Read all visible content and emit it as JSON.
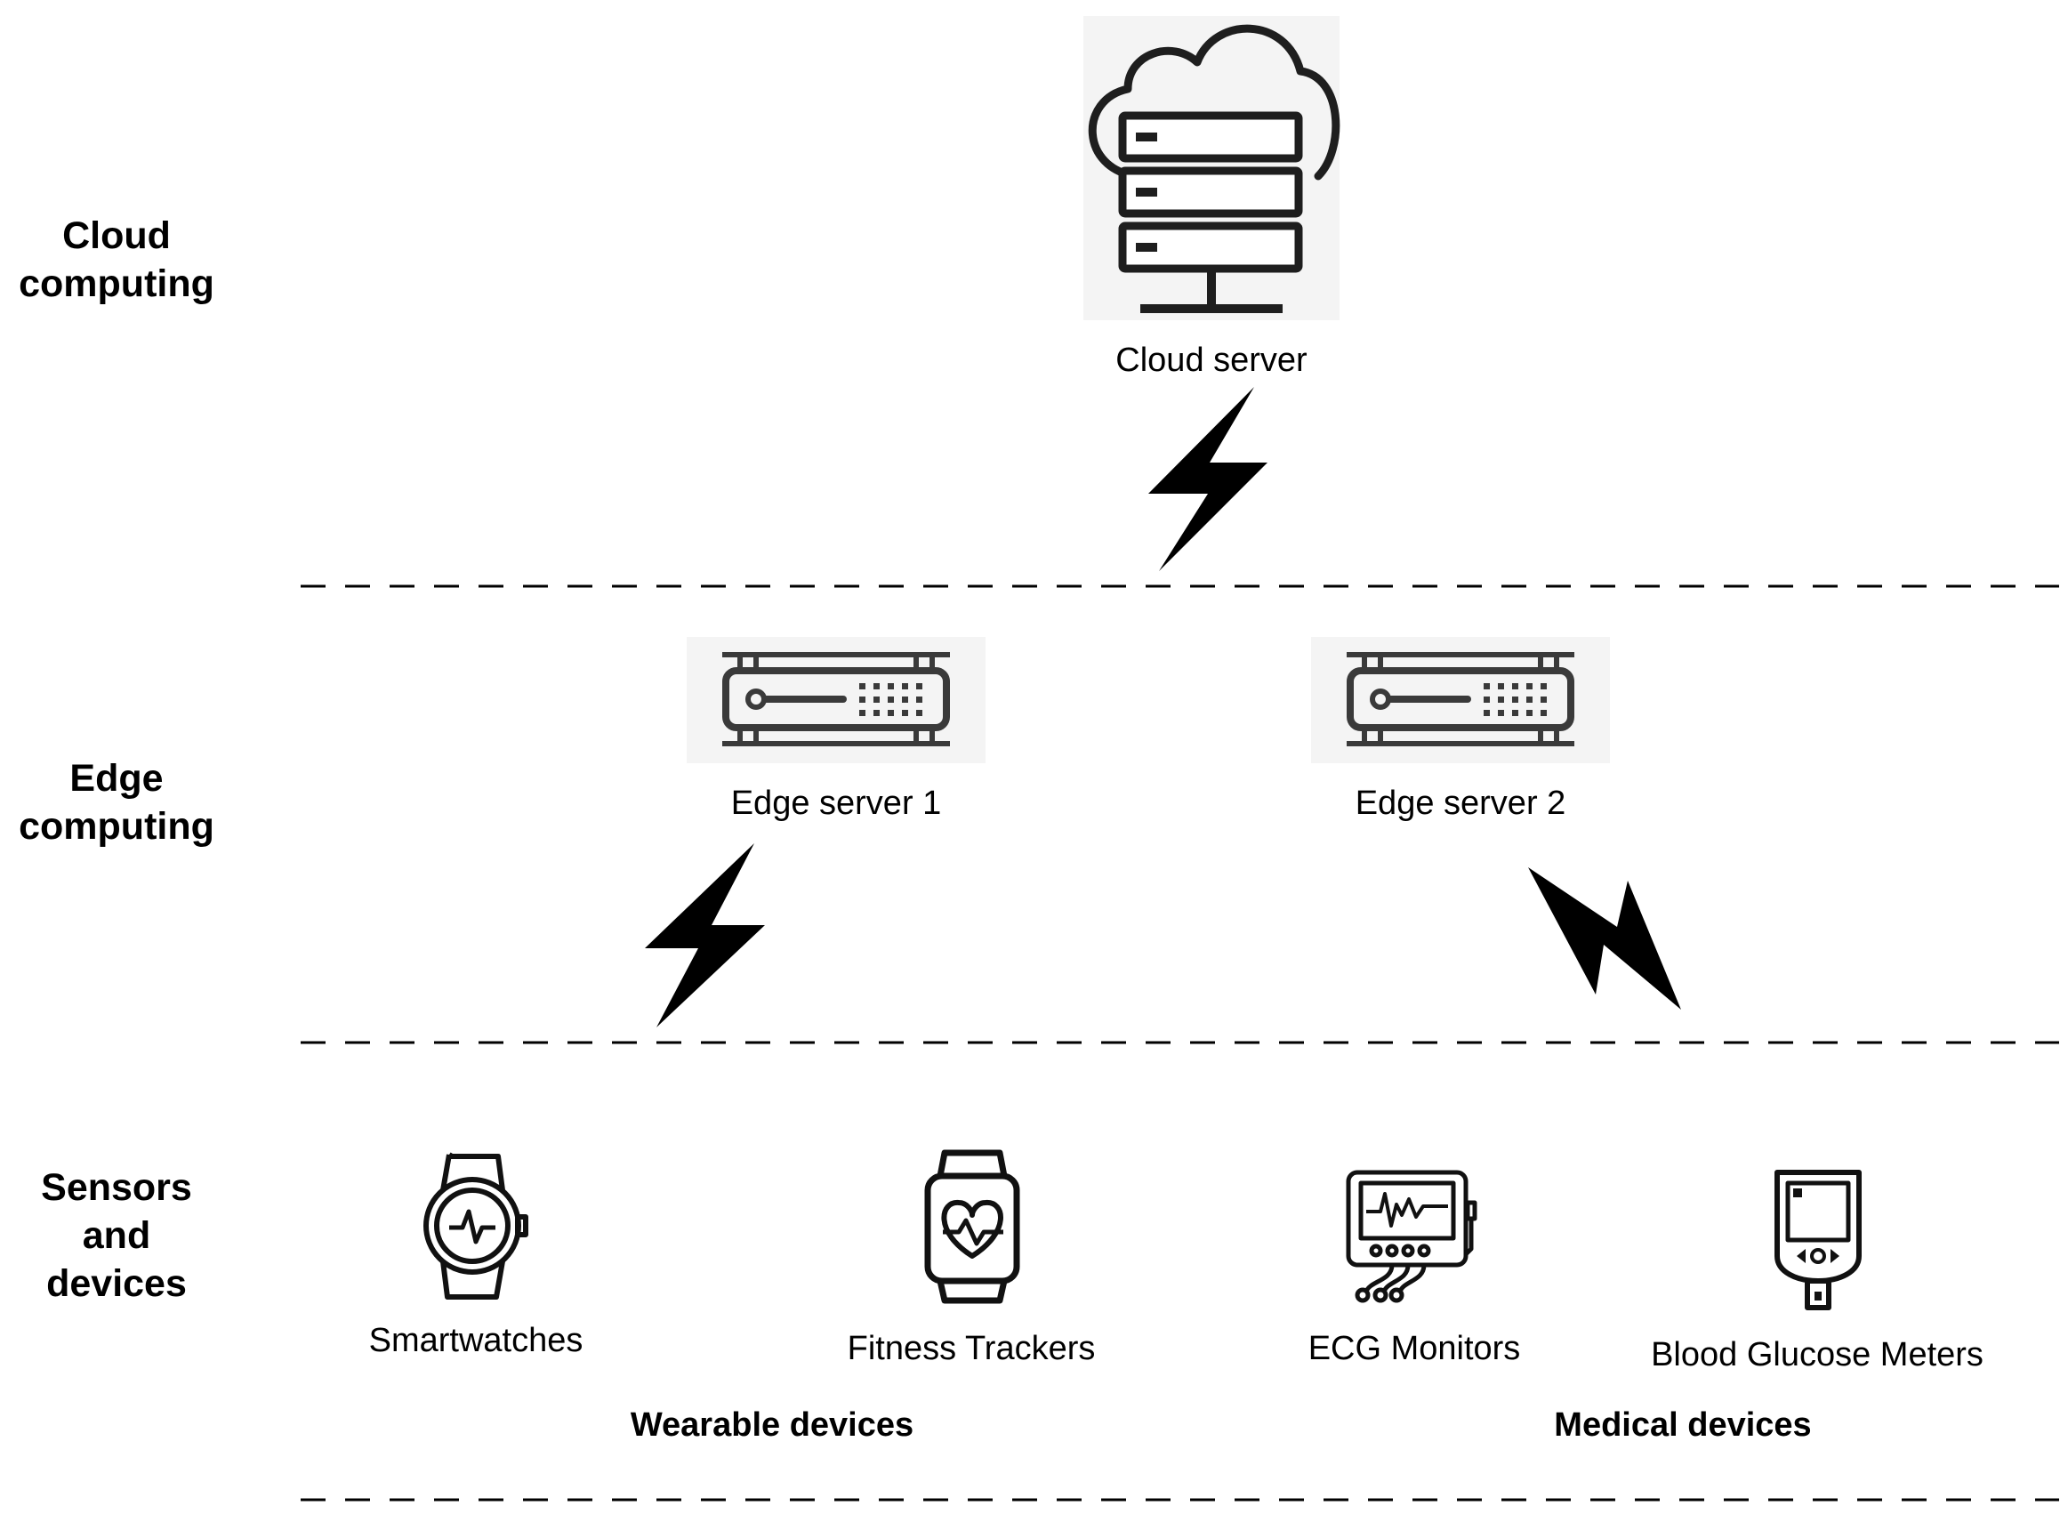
{
  "tiers": {
    "cloud": {
      "lines": [
        "Cloud",
        "computing"
      ]
    },
    "edge": {
      "lines": [
        "Edge",
        "computing"
      ]
    },
    "sensors": {
      "lines": [
        "Sensors",
        "and",
        "devices"
      ]
    }
  },
  "nodes": {
    "cloud_server": {
      "label": "Cloud server",
      "icon": "cloud-server-icon"
    },
    "edge_server_1": {
      "label": "Edge server 1",
      "icon": "edge-server-icon"
    },
    "edge_server_2": {
      "label": "Edge server 2",
      "icon": "edge-server-icon"
    },
    "smartwatches": {
      "label": "Smartwatches",
      "icon": "smartwatch-icon"
    },
    "fitness_trackers": {
      "label": "Fitness Trackers",
      "icon": "fitness-tracker-icon"
    },
    "ecg_monitors": {
      "label": "ECG Monitors",
      "icon": "ecg-monitor-icon"
    },
    "blood_glucose_meters": {
      "label": "Blood Glucose Meters",
      "icon": "glucose-meter-icon"
    }
  },
  "groups": {
    "wearable": {
      "label": "Wearable devices"
    },
    "medical": {
      "label": "Medical devices"
    }
  },
  "links": [
    {
      "from": "edge_server_1",
      "to": "cloud_server",
      "icon": "lightning-bolt-icon"
    },
    {
      "from": "wearable",
      "to": "edge_server_1",
      "icon": "lightning-bolt-icon"
    },
    {
      "from": "medical",
      "to": "edge_server_2",
      "icon": "lightning-bolt-icon"
    }
  ],
  "colors": {
    "line": "#000000",
    "icon_bg": "#f4f4f4",
    "icon_stroke": "#222222"
  }
}
